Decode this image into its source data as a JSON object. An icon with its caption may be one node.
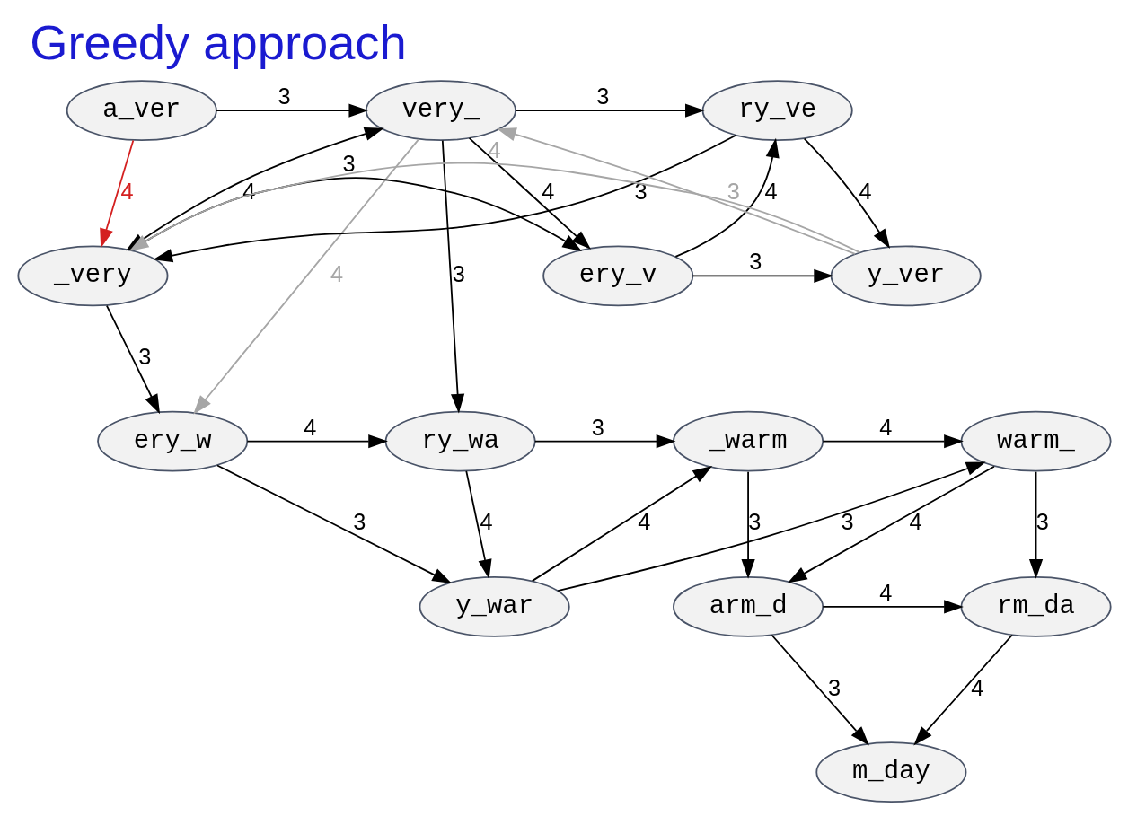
{
  "diagram": {
    "title": "Greedy approach",
    "nodes": [
      {
        "text": [
          "a_ver"
        ]
      },
      {
        "text": [
          "very_"
        ]
      },
      {
        "text": [
          "ry_ve"
        ]
      },
      {
        "text": [
          "_very"
        ]
      },
      {
        "text": [
          "ery_v"
        ]
      },
      {
        "text": [
          "y_ver"
        ]
      },
      {
        "text": [
          "ery_w"
        ]
      },
      {
        "text": [
          "ry_wa"
        ]
      },
      {
        "text": [
          "_warm"
        ]
      },
      {
        "text": [
          "warm_"
        ]
      },
      {
        "text": [
          "y_war"
        ]
      },
      {
        "text": [
          "arm_d"
        ]
      },
      {
        "text": [
          "rm_da"
        ]
      },
      {
        "text": [
          "m_day"
        ]
      }
    ],
    "edges": [
      {
        "from": 0,
        "to": 1,
        "arrow": "to",
        "label": "3"
      },
      {
        "from": 0,
        "to": 3,
        "arrow": "to",
        "label": "4",
        "color": "#d42020"
      },
      {
        "from": 1,
        "to": 2,
        "arrow": "to",
        "label": "3"
      },
      {
        "from": 3,
        "to": 1,
        "arrow": "both",
        "label": "4"
      },
      {
        "from": 1,
        "to": 4,
        "arrow": "to",
        "label": "4"
      },
      {
        "from": 1,
        "to": 7,
        "arrow": "to",
        "label": "3"
      },
      {
        "from": 1,
        "to": 6,
        "arrow": "to",
        "label": "4",
        "color": "#a6a6a6"
      },
      {
        "from": 2,
        "to": 3,
        "arrow": "to",
        "label": "3"
      },
      {
        "from": 4,
        "to": 2,
        "arrow": "to",
        "label": "4"
      },
      {
        "from": 5,
        "to": 1,
        "arrow": "to",
        "label": "3",
        "color": "#a6a6a6"
      },
      {
        "from": 5,
        "to": 3,
        "arrow": "to",
        "label": "4",
        "color": "#a6a6a6"
      },
      {
        "from": 2,
        "to": 5,
        "arrow": "to",
        "label": "4"
      },
      {
        "from": 3,
        "to": 4,
        "arrow": "to",
        "label": "3"
      },
      {
        "from": 4,
        "to": 5,
        "arrow": "to",
        "label": "3"
      },
      {
        "from": 3,
        "to": 6,
        "arrow": "to",
        "label": "3"
      },
      {
        "from": 6,
        "to": 7,
        "arrow": "to",
        "label": "4"
      },
      {
        "from": 6,
        "to": 10,
        "arrow": "to",
        "label": "3"
      },
      {
        "from": 7,
        "to": 8,
        "arrow": "to",
        "label": "3"
      },
      {
        "from": 7,
        "to": 10,
        "arrow": "to",
        "label": "4"
      },
      {
        "from": 10,
        "to": 8,
        "arrow": "to",
        "label": "4"
      },
      {
        "from": 10,
        "to": 9,
        "arrow": "to",
        "label": "3"
      },
      {
        "from": 8,
        "to": 9,
        "arrow": "to",
        "label": "4"
      },
      {
        "from": 8,
        "to": 11,
        "arrow": "to",
        "label": "3"
      },
      {
        "from": 9,
        "to": 11,
        "arrow": "to",
        "label": "4"
      },
      {
        "from": 9,
        "to": 12,
        "arrow": "to",
        "label": "3"
      },
      {
        "from": 11,
        "to": 12,
        "arrow": "to",
        "label": "4"
      },
      {
        "from": 11,
        "to": 13,
        "arrow": "to",
        "label": "3"
      },
      {
        "from": 12,
        "to": 13,
        "arrow": "to",
        "label": "4"
      }
    ]
  }
}
